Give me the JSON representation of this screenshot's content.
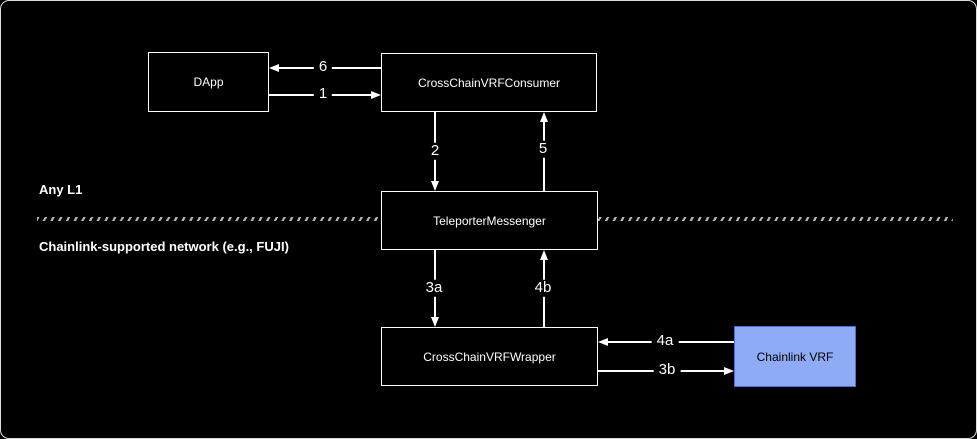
{
  "nodes": {
    "dapp": {
      "label": "DApp"
    },
    "consumer": {
      "label": "CrossChainVRFConsumer"
    },
    "messenger": {
      "label": "TeleporterMessenger"
    },
    "wrapper": {
      "label": "CrossChainVRFWrapper"
    },
    "chainlink_vrf": {
      "label": "Chainlink VRF",
      "fill": "#8FABF5",
      "border": "#4A70D6",
      "text": "#000000"
    }
  },
  "regions": {
    "top": {
      "label": "Any L1"
    },
    "bottom": {
      "label": "Chainlink-supported network (e.g., FUJI)"
    }
  },
  "edges": {
    "e1": {
      "label": "1",
      "from": "DApp",
      "to": "CrossChainVRFConsumer",
      "direction": "right"
    },
    "e2": {
      "label": "2",
      "from": "CrossChainVRFConsumer",
      "to": "TeleporterMessenger",
      "direction": "down"
    },
    "e3a": {
      "label": "3a",
      "from": "TeleporterMessenger",
      "to": "CrossChainVRFWrapper",
      "direction": "down"
    },
    "e3b": {
      "label": "3b",
      "from": "CrossChainVRFWrapper",
      "to": "Chainlink VRF",
      "direction": "right"
    },
    "e4a": {
      "label": "4a",
      "from": "Chainlink VRF",
      "to": "CrossChainVRFWrapper",
      "direction": "left"
    },
    "e4b": {
      "label": "4b",
      "from": "CrossChainVRFWrapper",
      "to": "TeleporterMessenger",
      "direction": "up"
    },
    "e5": {
      "label": "5",
      "from": "TeleporterMessenger",
      "to": "CrossChainVRFConsumer",
      "direction": "up"
    },
    "e6": {
      "label": "6",
      "from": "CrossChainVRFConsumer",
      "to": "DApp",
      "direction": "left"
    }
  },
  "colors": {
    "background": "#000000",
    "node_border": "#FFFFFF",
    "node_text": "#FFFFFF",
    "arrow": "#FFFFFF",
    "divider_dash": "#B5B5B5"
  }
}
